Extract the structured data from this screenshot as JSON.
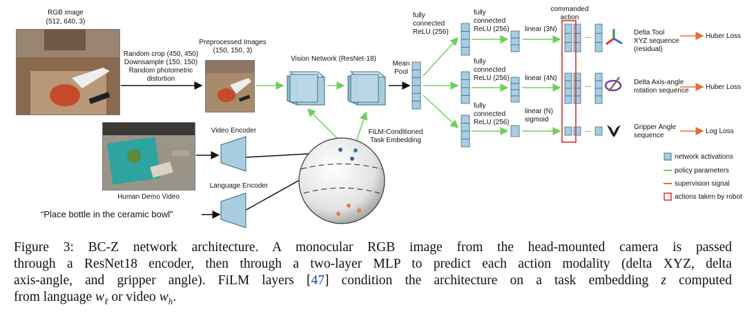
{
  "figure": {
    "rgb_image": {
      "title": "RGB image",
      "dims": "(512, 640, 3)"
    },
    "preprocess": {
      "steps": [
        "Random crop (450, 450)",
        "Downsample (150, 150)",
        "Random photometric",
        "distortion"
      ]
    },
    "preprocessed": {
      "title": "Preprocessed Images",
      "dims": "(150, 150, 3)"
    },
    "vision_network": "Vision Network (ResNet-18)",
    "mean_pool": [
      "Mean",
      "Pool"
    ],
    "film": [
      "FiLM-Conditioned",
      "Task Embedding"
    ],
    "video_encoder": "Video Encoder",
    "language_encoder": "Language Encoder",
    "human_demo": "Human Demo Video",
    "instruction": "“Place bottle in the ceramic bowl”",
    "fc1": [
      "fully",
      "connected",
      "ReLU (256)"
    ],
    "fc_mid": [
      "fully",
      "connected",
      "ReLU (256)"
    ],
    "heads": [
      {
        "linear": "linear (3N)",
        "output": [
          "Delta Tool",
          "XYZ sequence",
          "(residual)"
        ],
        "loss": "Huber Loss"
      },
      {
        "linear": "linear (4N)",
        "output": [
          "Delta Axis-angle",
          "rotation sequence"
        ],
        "loss": "Huber Loss"
      },
      {
        "linear": [
          "linear (N)",
          "sigmoid"
        ],
        "output": [
          "Gripper Angle",
          "sequence"
        ],
        "loss": "Log Loss"
      }
    ],
    "commanded_action": [
      "commanded",
      "action"
    ],
    "dots": "...",
    "legend": {
      "activations": "network activations",
      "params": "policy parameters",
      "supervision": "supervision signal",
      "actions": "actions taken by robot"
    },
    "colors": {
      "activation_fill": "#a9cde0",
      "activation_stroke": "#3a6a80",
      "policy_green": "#6fcf5a",
      "supervision_orange": "#ea6a3c",
      "action_red": "#d93030"
    }
  },
  "caption": {
    "line1": "Figure 3: BC-Z network architecture. A monocular RGB image from the head-mounted camera is passed",
    "line2": "through a ResNet18 encoder, then through a two-layer MLP to predict each action modality (delta XYZ, delta",
    "line3a": "axis-angle, and gripper angle). FiLM layers [",
    "ref": "47",
    "line3b": "] condition the architecture on a task embedding",
    "z": "z",
    "line3c": "computed",
    "line4a": "from language",
    "w": "w",
    "sub_l": "ℓ",
    "line4b": "or video",
    "sub_h": "h",
    "line4c": "."
  }
}
